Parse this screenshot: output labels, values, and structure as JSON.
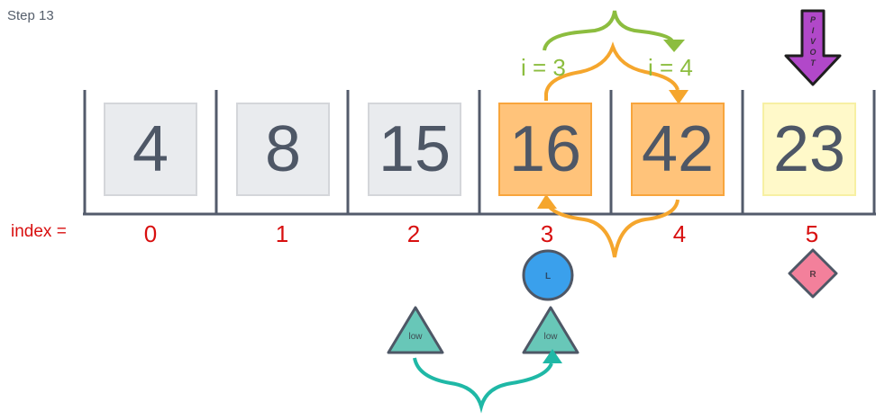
{
  "step_label": "Step 13",
  "index_label": "index =",
  "cells": [
    {
      "value": "4",
      "style": "gray"
    },
    {
      "value": "8",
      "style": "gray"
    },
    {
      "value": "15",
      "style": "gray"
    },
    {
      "value": "16",
      "style": "orange"
    },
    {
      "value": "42",
      "style": "orange"
    },
    {
      "value": "23",
      "style": "yellow"
    }
  ],
  "indices": [
    "0",
    "1",
    "2",
    "3",
    "4",
    "5"
  ],
  "i_labels": [
    "i = 3",
    "i = 4"
  ],
  "markers": {
    "pivot_text": [
      "P",
      "I",
      "V",
      "O",
      "T"
    ],
    "left_marker": "L",
    "right_marker": "R",
    "low_markers": [
      "low",
      "low"
    ]
  },
  "colors": {
    "index_red": "#d80f0f",
    "swap_orange": "#f5a62d",
    "i_green": "#8cbd3f",
    "pivot_purple": "#b148c9",
    "left_blue": "#3aa0ec",
    "right_pink": "#f3809b",
    "low_teal": "#68c7b8",
    "low_arrow_teal": "#1fb8a6"
  }
}
